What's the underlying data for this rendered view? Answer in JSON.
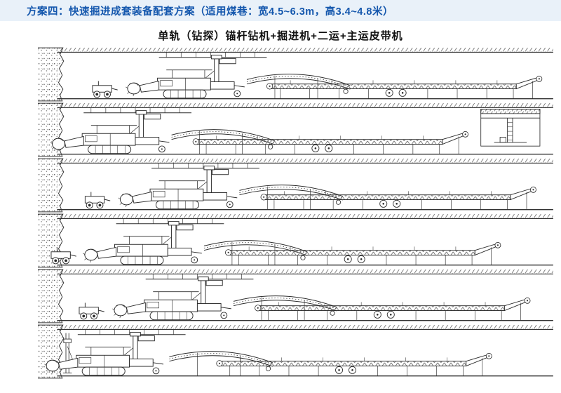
{
  "header": {
    "title": "方案四：快速掘进成套装备配套方案（适用煤巷：宽4.5~6.3m，高3.4~4.8米）"
  },
  "diagram": {
    "subtitle": "单轨（钻探）锚杆钻机+掘进机+二运+主运皮带机",
    "row_count": 6,
    "description": "schematic-rows-of-roadheader-bolter-bridge-conveyor-and-main-belt"
  },
  "colors": {
    "title_blue": "#1457ad",
    "header_bg": "#e9f1f9",
    "line": "#2b2b2b"
  }
}
